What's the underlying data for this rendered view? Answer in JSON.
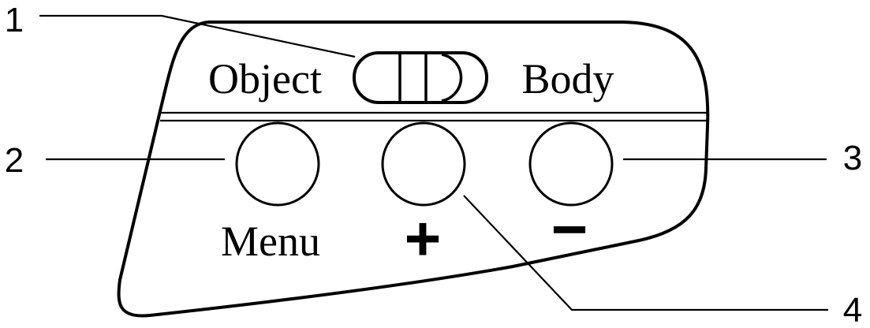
{
  "switch": {
    "left_label": "Object",
    "right_label": "Body"
  },
  "buttons": [
    {
      "label": "Menu"
    },
    {
      "label": "+"
    },
    {
      "label": "−"
    }
  ],
  "callouts": [
    "1",
    "2",
    "3",
    "4"
  ],
  "colors": {
    "line": "#000000",
    "background": "#ffffff"
  }
}
